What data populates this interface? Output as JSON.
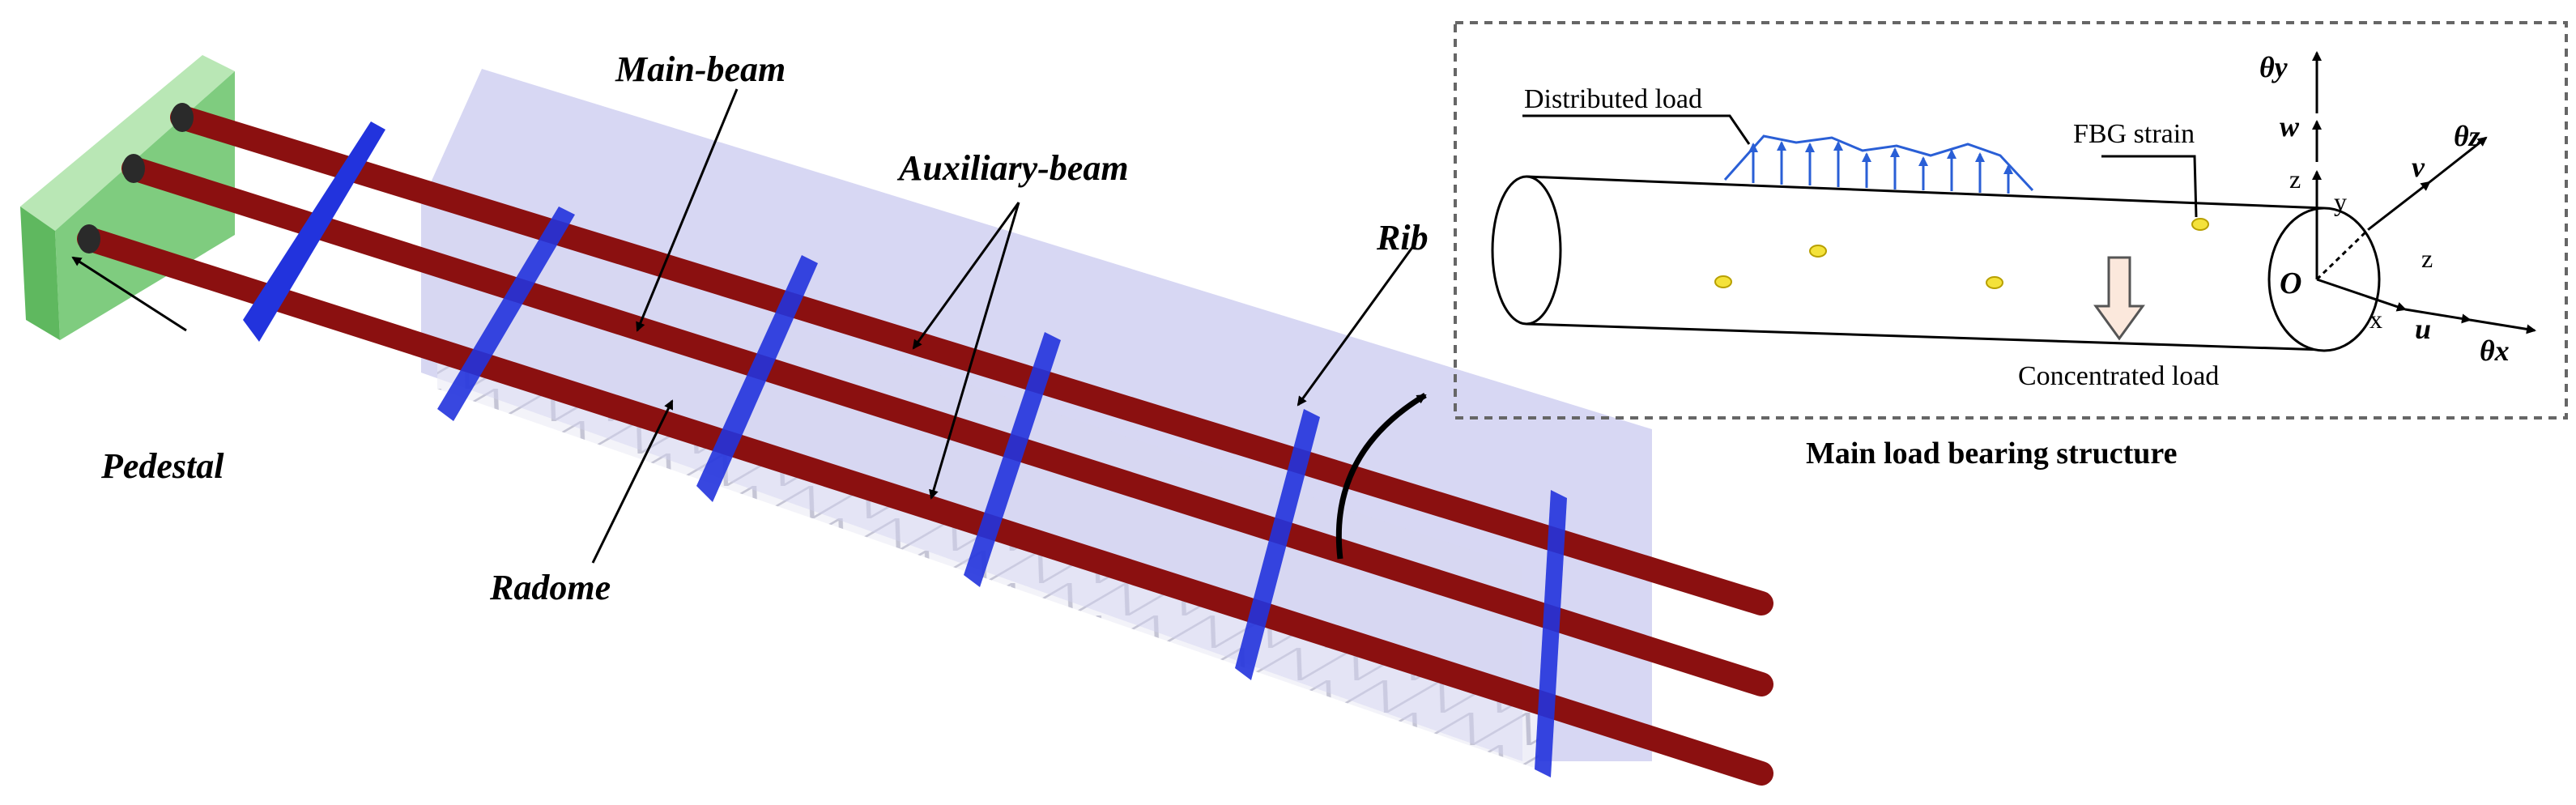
{
  "labels": {
    "main_beam": "Main-beam",
    "auxiliary_beam": "Auxiliary-beam",
    "rib": "Rib",
    "pedestal": "Pedestal",
    "radome": "Radome"
  },
  "inset": {
    "caption": "Main load bearing structure",
    "distributed_load": "Distributed load",
    "fbg_strain": "FBG strain",
    "concentrated_load": "Concentrated load",
    "origin": "O",
    "axis_z_up": "z",
    "axis_y": "y",
    "axis_x": "x",
    "axis_z_side": "z",
    "theta_y": "θy",
    "theta_z": "θz",
    "theta_x": "θx",
    "w": "w",
    "v": "v",
    "u": "u"
  },
  "colors": {
    "pedestal": "#8fd28f",
    "beam": "#8b1010",
    "rib": "#2233dd",
    "radome": "#c9c9ef",
    "load_arrows": "#2a5fd6",
    "fbg_dot": "#f4e23a"
  }
}
